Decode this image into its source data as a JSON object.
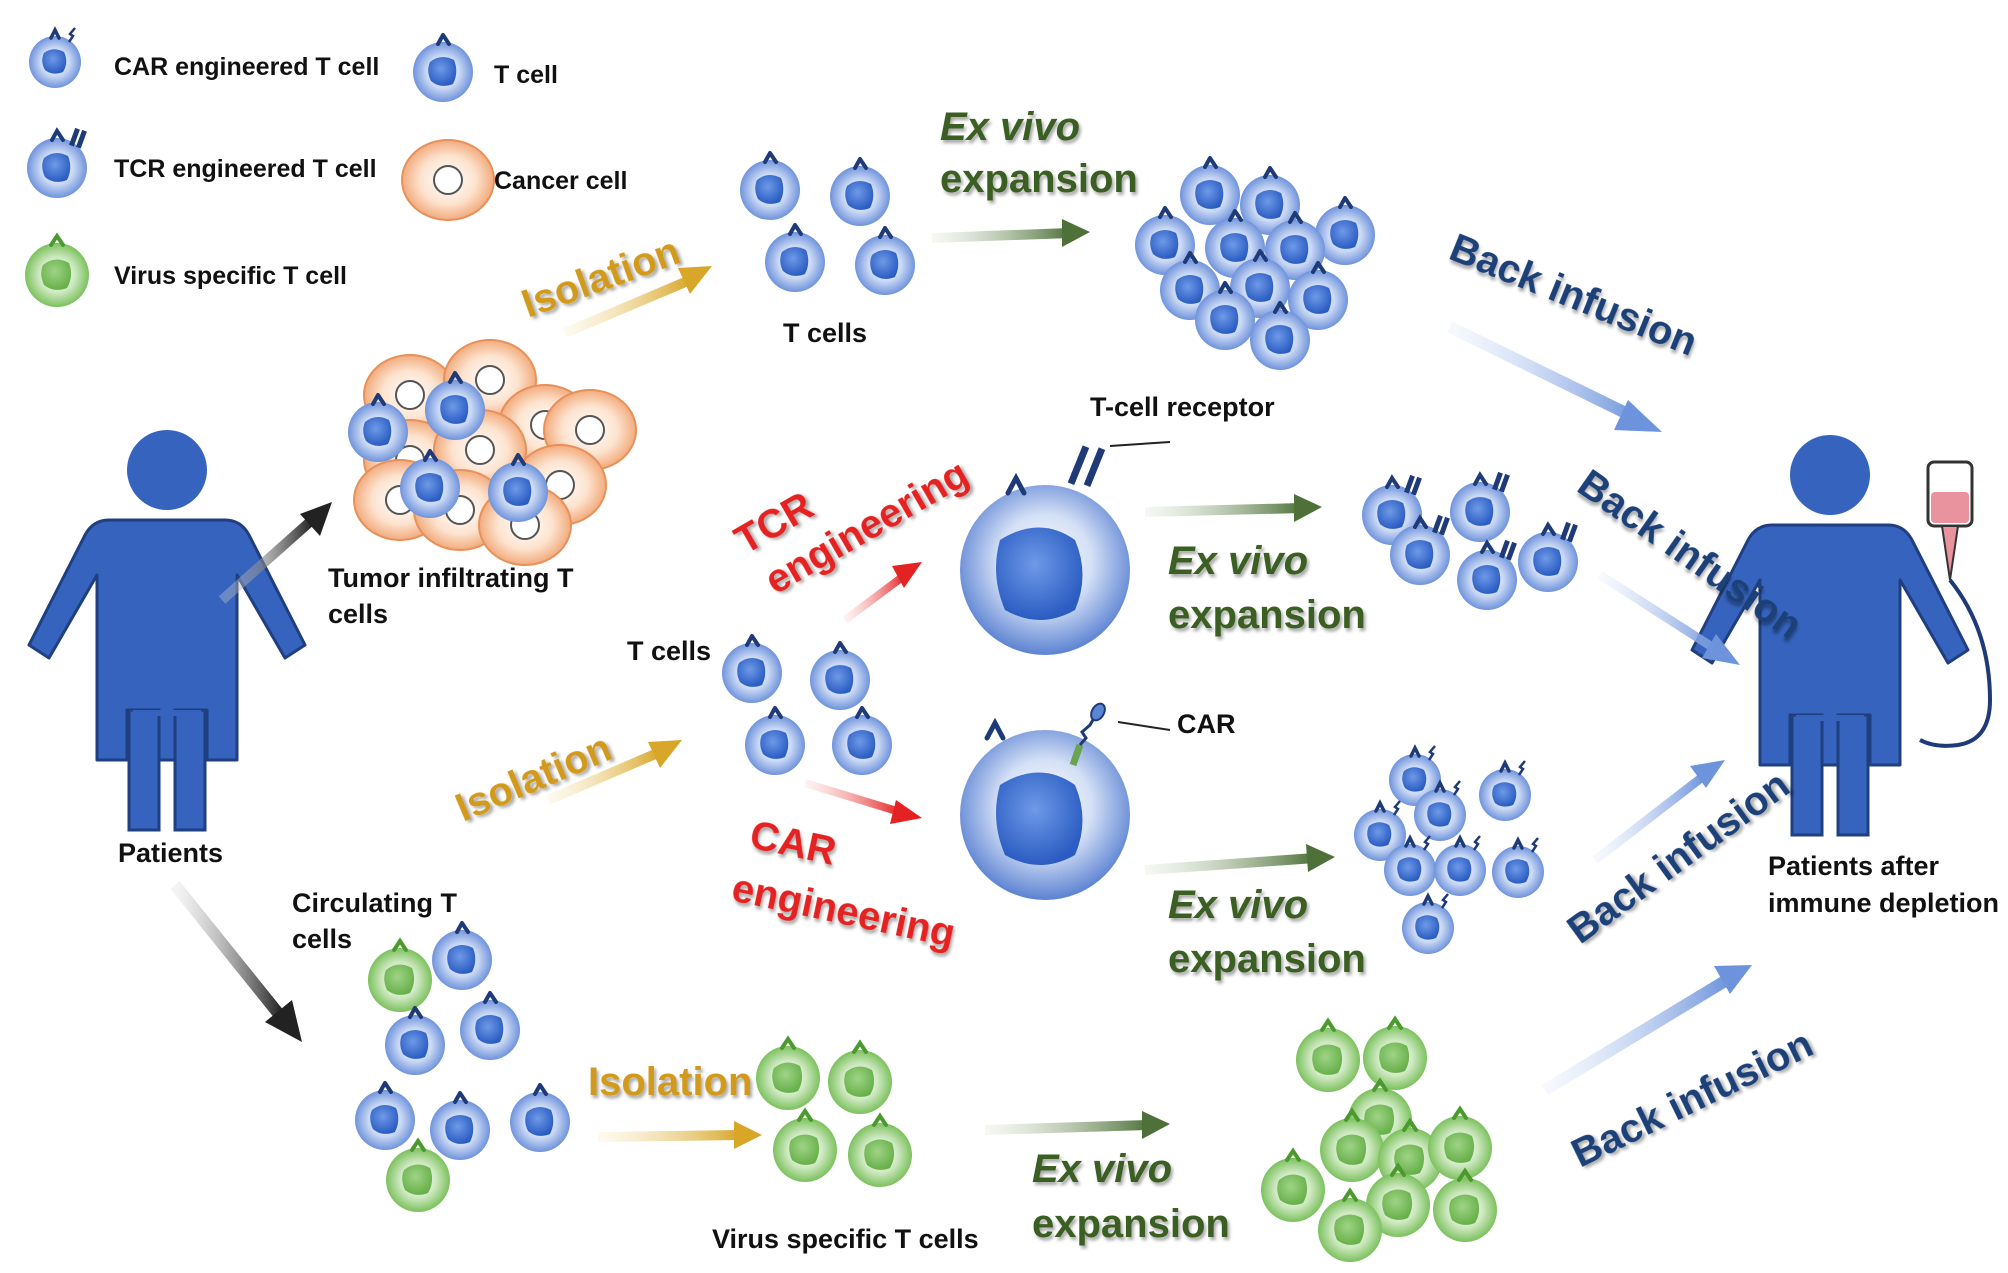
{
  "legend": {
    "car_t": "CAR engineered T cell",
    "tcr_t": "TCR engineered T cell",
    "virus_t": "Virus specific T cell",
    "t_cell": "T cell",
    "cancer_cell": "Cancer cell"
  },
  "labels": {
    "patients": "Patients",
    "patients_after_line1": "Patients after",
    "patients_after_line2": "immune depletion",
    "til_line1": "Tumor infiltrating T",
    "til_line2": "cells",
    "circ_line1": "Circulating T",
    "circ_line2": "cells",
    "t_cells_top": "T cells",
    "t_cells_mid": "T cells",
    "virus_t_cells": "Virus specific T cells",
    "tcr_receptor": "T-cell receptor",
    "car": "CAR"
  },
  "steps": {
    "isolation": "Isolation",
    "ex_vivo": "Ex vivo",
    "expansion": "expansion",
    "back_infusion": "Back infusion",
    "tcr_line1": "TCR",
    "tcr_line2": "engineering",
    "car_line1": "CAR",
    "car_line2": "engineering"
  },
  "colors": {
    "blue_cell": "#5b86d6",
    "green_cell": "#8dcc72",
    "cancer_cell": "#f3b98f",
    "person": "#3563bd",
    "ex_vivo_text": "#3b5e22",
    "back_infusion_text": "#1e3f78",
    "isolation_text": "#d19a1b",
    "engineering_text": "#e52222",
    "blood_bag": "#e8939d"
  }
}
